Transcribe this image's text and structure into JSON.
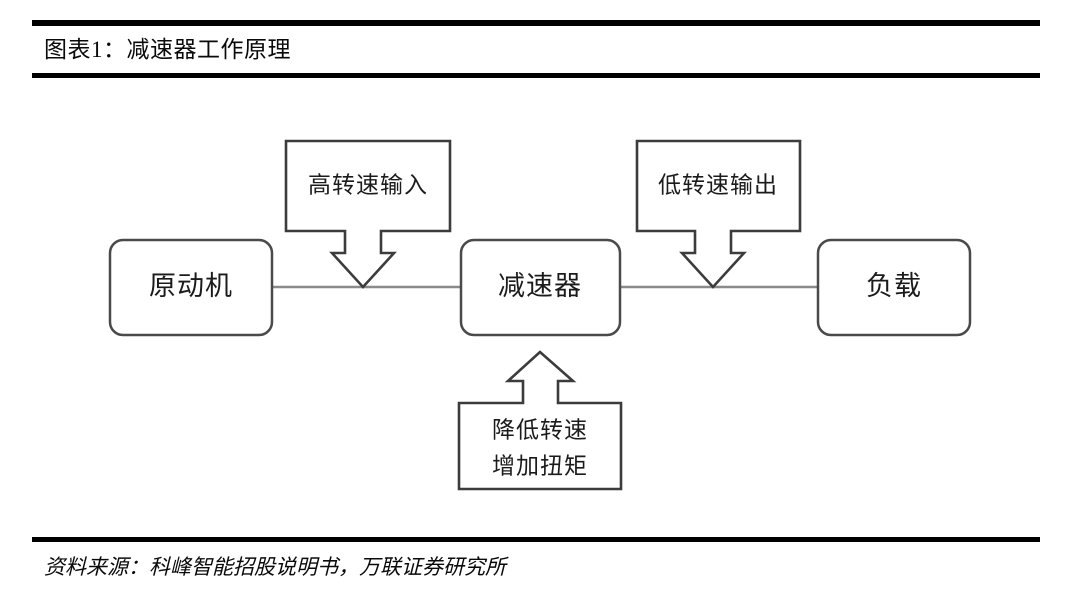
{
  "figure": {
    "title": "图表1：减速器工作原理",
    "source": "资料来源：科峰智能招股说明书，万联证券研究所"
  },
  "diagram": {
    "type": "flow-diagram",
    "nodes": [
      {
        "id": "prime-mover",
        "label": "原动机"
      },
      {
        "id": "reducer",
        "label": "减速器"
      },
      {
        "id": "load",
        "label": "负载"
      }
    ],
    "callouts": [
      {
        "id": "high-speed-input",
        "label": "高转速输入",
        "direction": "down"
      },
      {
        "id": "low-speed-output",
        "label": "低转速输出",
        "direction": "down"
      },
      {
        "id": "reduce-speed-increase-torque",
        "label_line1": "降低转速",
        "label_line2": "增加扭矩",
        "direction": "up"
      }
    ],
    "connectors": [
      {
        "id": "prime-mover-to-reducer",
        "from": "prime-mover",
        "to": "reducer"
      },
      {
        "id": "reducer-to-load",
        "from": "reducer",
        "to": "load"
      }
    ],
    "colors": {
      "node_stroke": "#4a4a4a",
      "callout_stroke": "#4a4a4a",
      "connector_stroke": "#8a8a8a",
      "fill": "#ffffff",
      "text": "#1b1b1b",
      "rule": "#000000"
    }
  }
}
